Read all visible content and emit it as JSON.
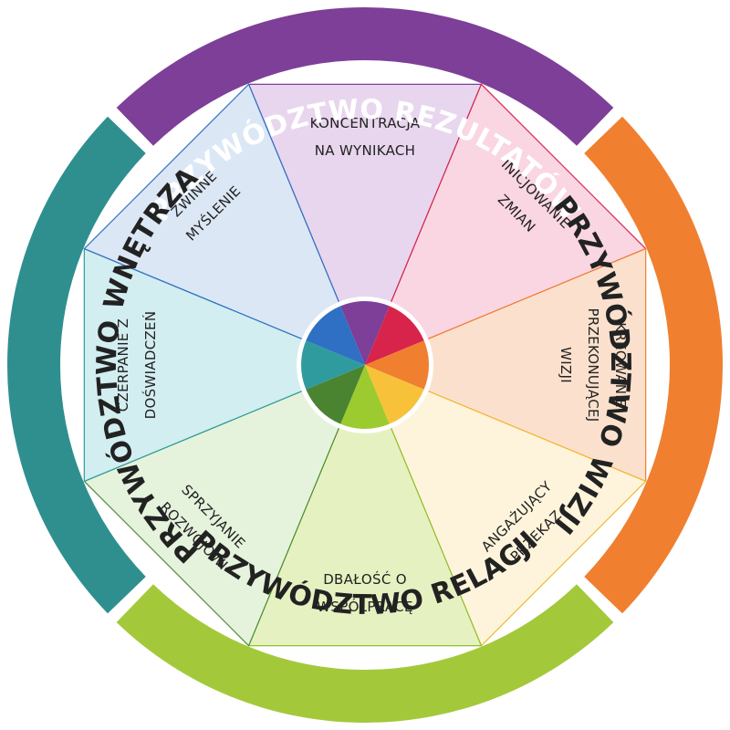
{
  "bands": [
    {
      "id": "results",
      "label": "PRZYWÓDZTWO REZULTATÓW",
      "color": "#7d3f98",
      "text_color": "#ffffff"
    },
    {
      "id": "vision",
      "label": "PRZYWÓDZTWO WIZJI",
      "color": "#f07f2f",
      "text_color": "#222222"
    },
    {
      "id": "relations",
      "label": "PRZYWÓDZTWO RELACJI",
      "color": "#a3c93a",
      "text_color": "#222222"
    },
    {
      "id": "inner",
      "label": "PRZYWÓDZTWO WNĘTRZA",
      "color": "#2f8f8f",
      "text_color": "#222222"
    }
  ],
  "segments": [
    {
      "id": "koncentracja",
      "lines": [
        "KONCENTRACJA",
        "NA WYNIKACH"
      ],
      "fill": "#e8d6ee",
      "stroke": "#7d3f98",
      "hub": "#7d3f98"
    },
    {
      "id": "inicjowanie",
      "lines": [
        "INICJOWANIE",
        "ZMIAN"
      ],
      "fill": "#fad6e2",
      "stroke": "#d8234a",
      "hub": "#d8234a"
    },
    {
      "id": "kreowanie",
      "lines": [
        "KREOWANIE",
        "PRZEKONUJĄCEJ",
        "WIZJI"
      ],
      "fill": "#fbe1cd",
      "stroke": "#f07f2f",
      "hub": "#f07f2f"
    },
    {
      "id": "angazujacy",
      "lines": [
        "ANGAŻUJĄCY",
        "PRZEKAZ"
      ],
      "fill": "#fef4dc",
      "stroke": "#f2b731",
      "hub": "#f7c23a"
    },
    {
      "id": "dbalosc",
      "lines": [
        "DBAŁOŚĆ O",
        "WSPÓŁPRACĘ"
      ],
      "fill": "#e6f1c1",
      "stroke": "#8fbf2a",
      "hub": "#9ccb2f"
    },
    {
      "id": "sprzyjanie",
      "lines": [
        "SPRZYJANIE",
        "ROZWOJOWI"
      ],
      "fill": "#e6f3dc",
      "stroke": "#4b8c34",
      "hub": "#4b8430"
    },
    {
      "id": "czerpanie",
      "lines": [
        "CZERPANIE Z",
        "DOŚWIADCZEŃ"
      ],
      "fill": "#d2eef0",
      "stroke": "#2f9c9c",
      "hub": "#2f9b9f"
    },
    {
      "id": "zwinne",
      "lines": [
        "ZWINNE",
        "MYŚLENIE"
      ],
      "fill": "#dbe7f5",
      "stroke": "#2f6fc4",
      "hub": "#2f6fc4"
    }
  ]
}
